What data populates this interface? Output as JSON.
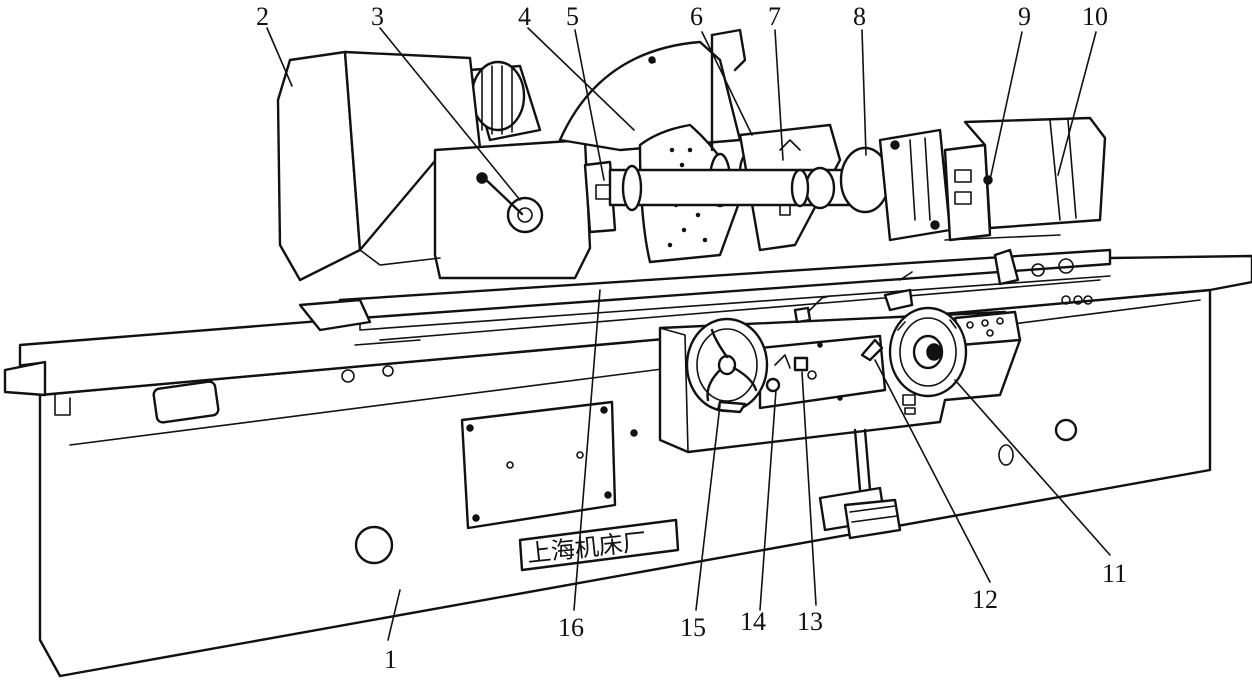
{
  "nameplate": "上海机床厂",
  "callouts": [
    {
      "label": "1"
    },
    {
      "label": "2"
    },
    {
      "label": "3"
    },
    {
      "label": "4"
    },
    {
      "label": "5"
    },
    {
      "label": "6"
    },
    {
      "label": "7"
    },
    {
      "label": "8"
    },
    {
      "label": "9"
    },
    {
      "label": "10"
    },
    {
      "label": "11"
    },
    {
      "label": "12"
    },
    {
      "label": "13"
    },
    {
      "label": "14"
    },
    {
      "label": "15"
    },
    {
      "label": "16"
    }
  ]
}
